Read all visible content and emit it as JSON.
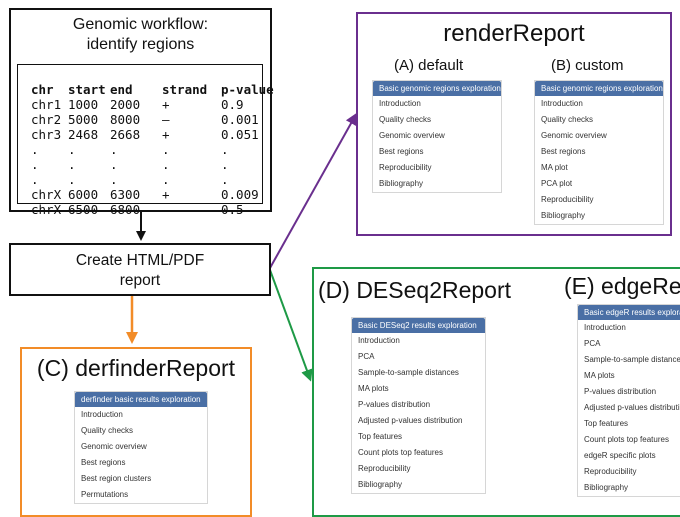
{
  "workflow": {
    "title_line1": "Genomic workflow:",
    "title_line2": "identify regions",
    "table": {
      "header": [
        "chr",
        "start",
        "end",
        "strand",
        "p-value"
      ],
      "rows": [
        [
          "chr1",
          "1000",
          "2000",
          "+",
          "0.9"
        ],
        [
          "chr2",
          "5000",
          "8000",
          "–",
          "0.001"
        ],
        [
          "chr3",
          "2468",
          "2668",
          "+",
          "0.051"
        ],
        [
          ".",
          ".",
          ".",
          ".",
          "."
        ],
        [
          ".",
          ".",
          ".",
          ".",
          "."
        ],
        [
          ".",
          ".",
          ".",
          ".",
          "."
        ],
        [
          "chrX",
          "6000",
          "6300",
          "+",
          "0.009"
        ],
        [
          "chrX",
          "6500",
          "6800",
          "–",
          "0.5"
        ]
      ]
    }
  },
  "create": {
    "line1": "Create HTML/PDF",
    "line2": "report"
  },
  "render": {
    "title": "renderReport",
    "default": {
      "label": "(A) default",
      "header": "Basic genomic regions exploration",
      "items": [
        "Introduction",
        "Quality checks",
        "Genomic overview",
        "Best regions",
        "Reproducibility",
        "Bibliography"
      ]
    },
    "custom": {
      "label": "(B) custom",
      "header": "Basic genomic regions exploration",
      "items": [
        "Introduction",
        "Quality checks",
        "Genomic overview",
        "Best regions",
        "MA plot",
        "PCA plot",
        "Reproducibility",
        "Bibliography"
      ]
    }
  },
  "derfinder": {
    "title": "(C) derfinderReport",
    "header": "derfinder basic results exploration",
    "items": [
      "Introduction",
      "Quality checks",
      "Genomic overview",
      "Best regions",
      "Best region clusters",
      "Permutations"
    ]
  },
  "deseq2": {
    "title": "(D) DESeq2Report",
    "header": "Basic DESeq2 results exploration",
    "items": [
      "Introduction",
      "PCA",
      "Sample-to-sample distances",
      "MA plots",
      "P-values distribution",
      "Adjusted p-values distribution",
      "Top features",
      "Count plots top features",
      "Reproducibility",
      "Bibliography"
    ]
  },
  "edger": {
    "title": "(E) edgeRe",
    "header": "Basic edgeR results exploration",
    "items": [
      "Introduction",
      "PCA",
      "Sample-to-sample distances",
      "MA plots",
      "P-values distribution",
      "Adjusted p-values distribution",
      "Top features",
      "Count plots top features",
      "edgeR specific plots",
      "Reproducibility",
      "Bibliography"
    ]
  },
  "colors": {
    "black": "#111111",
    "purple": "#6a2f8e",
    "green": "#1e9a46",
    "orange": "#f28c28",
    "menu_header": "#4a6fa5"
  }
}
